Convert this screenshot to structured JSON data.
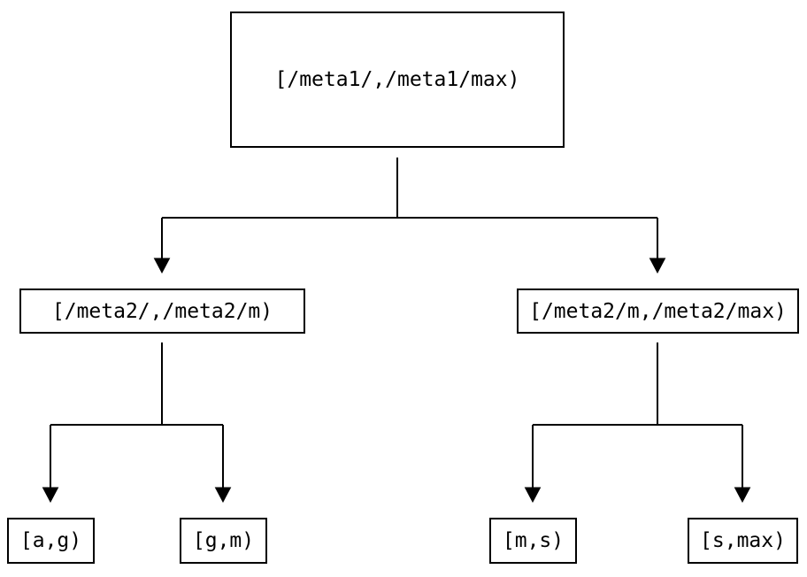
{
  "diagram": {
    "type": "tree",
    "description": "Two-level range partition tree of key intervals",
    "colors": {
      "background": "#ffffff",
      "line": "#000000",
      "node_border": "#000000",
      "node_fill": "#ffffff",
      "text": "#000000"
    },
    "nodes": {
      "root": {
        "label": "[/meta1/,/meta1/max)"
      },
      "left": {
        "label": "[/meta2/,/meta2/m)"
      },
      "right": {
        "label": "[/meta2/m,/meta2/max)"
      },
      "leaf_ag": {
        "label": "[a,g)"
      },
      "leaf_gm": {
        "label": "[g,m)"
      },
      "leaf_ms": {
        "label": "[m,s)"
      },
      "leaf_smax": {
        "label": "[s,max)"
      }
    },
    "edges": [
      {
        "from": "root",
        "to": "left"
      },
      {
        "from": "root",
        "to": "right"
      },
      {
        "from": "left",
        "to": "leaf_ag"
      },
      {
        "from": "left",
        "to": "leaf_gm"
      },
      {
        "from": "right",
        "to": "leaf_ms"
      },
      {
        "from": "right",
        "to": "leaf_smax"
      }
    ]
  }
}
